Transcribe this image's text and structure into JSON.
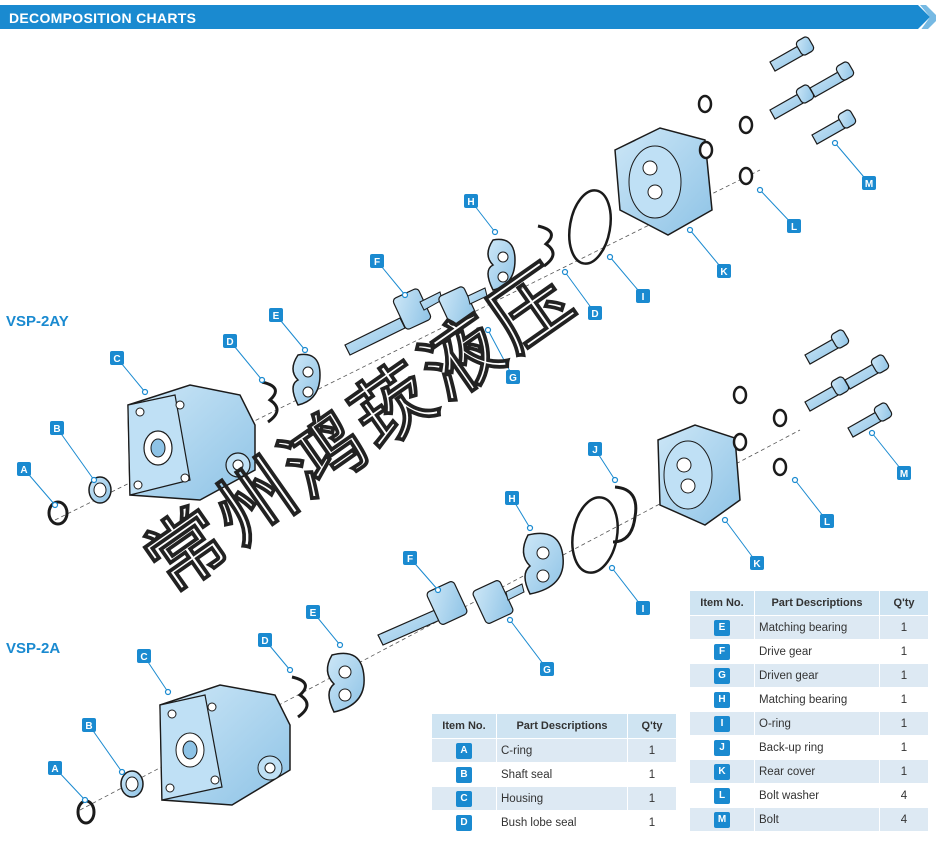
{
  "header": {
    "title": "DECOMPOSITION CHARTS"
  },
  "models": {
    "top": "VSP-2AY",
    "bottom": "VSP-2A"
  },
  "callouts": {
    "top": [
      "A",
      "B",
      "C",
      "D",
      "E",
      "F",
      "G",
      "H",
      "D",
      "I",
      "K",
      "L",
      "M"
    ],
    "bottom": [
      "A",
      "B",
      "C",
      "D",
      "E",
      "F",
      "G",
      "H",
      "J",
      "I",
      "K",
      "L",
      "M"
    ]
  },
  "table_left": {
    "headers": [
      "Item No.",
      "Part Descriptions",
      "Q'ty"
    ],
    "rows": [
      {
        "item": "A",
        "desc": "C-ring",
        "qty": "1"
      },
      {
        "item": "B",
        "desc": "Shaft seal",
        "qty": "1"
      },
      {
        "item": "C",
        "desc": "Housing",
        "qty": "1"
      },
      {
        "item": "D",
        "desc": "Bush lobe seal",
        "qty": "1"
      }
    ]
  },
  "table_right": {
    "headers": [
      "Item No.",
      "Part Descriptions",
      "Q'ty"
    ],
    "rows": [
      {
        "item": "E",
        "desc": "Matching bearing",
        "qty": "1"
      },
      {
        "item": "F",
        "desc": "Drive gear",
        "qty": "1"
      },
      {
        "item": "G",
        "desc": "Driven gear",
        "qty": "1"
      },
      {
        "item": "H",
        "desc": "Matching bearing",
        "qty": "1"
      },
      {
        "item": "I",
        "desc": "O-ring",
        "qty": "1"
      },
      {
        "item": "J",
        "desc": "Back-up ring",
        "qty": "1"
      },
      {
        "item": "K",
        "desc": "Rear cover",
        "qty": "1"
      },
      {
        "item": "L",
        "desc": "Bolt washer",
        "qty": "4"
      },
      {
        "item": "M",
        "desc": "Bolt",
        "qty": "4"
      }
    ]
  },
  "watermark": {
    "text": "常州鸿莰液压"
  },
  "colors": {
    "accent": "#1a8ad0",
    "part_fill": "#a9d4ef",
    "part_stroke": "#1b1b1b",
    "table_alt": "#dde9f3",
    "table_head": "#cfe4f2"
  }
}
